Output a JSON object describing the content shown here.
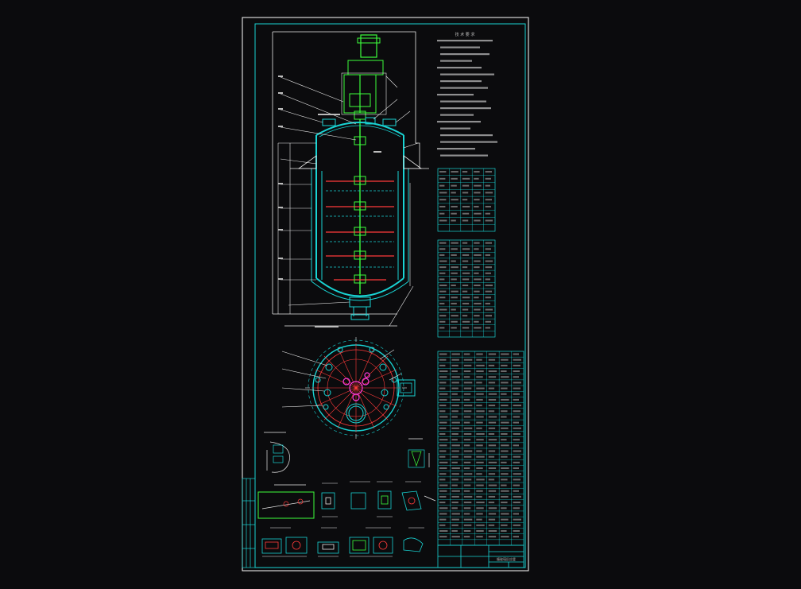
{
  "sheet": {
    "background": "#0b0b0d",
    "paper_border_color": "#ffffff",
    "frame_color": "#19d3d3",
    "vessel_color": "#19d3d3",
    "agitator_color": "#3cff3c",
    "highlight_color": "#ff3b3b",
    "flange_color": "#ff3bdc",
    "note_text_color": "#bcbcbc"
  },
  "technical_notes": {
    "heading": "技 术 要 求",
    "line_count": 18
  },
  "tables": [
    {
      "name": "design-data-table",
      "rows": 9,
      "cols": 5
    },
    {
      "name": "nozzle-table",
      "rows": 16,
      "cols": 5
    },
    {
      "name": "parts-list-table",
      "rows": 34,
      "cols": 7
    }
  ],
  "title_block": {
    "label": "搪玻璃反应釜"
  },
  "views": [
    {
      "name": "front-section-view"
    },
    {
      "name": "top-plan-view"
    },
    {
      "name": "detail-views"
    }
  ]
}
